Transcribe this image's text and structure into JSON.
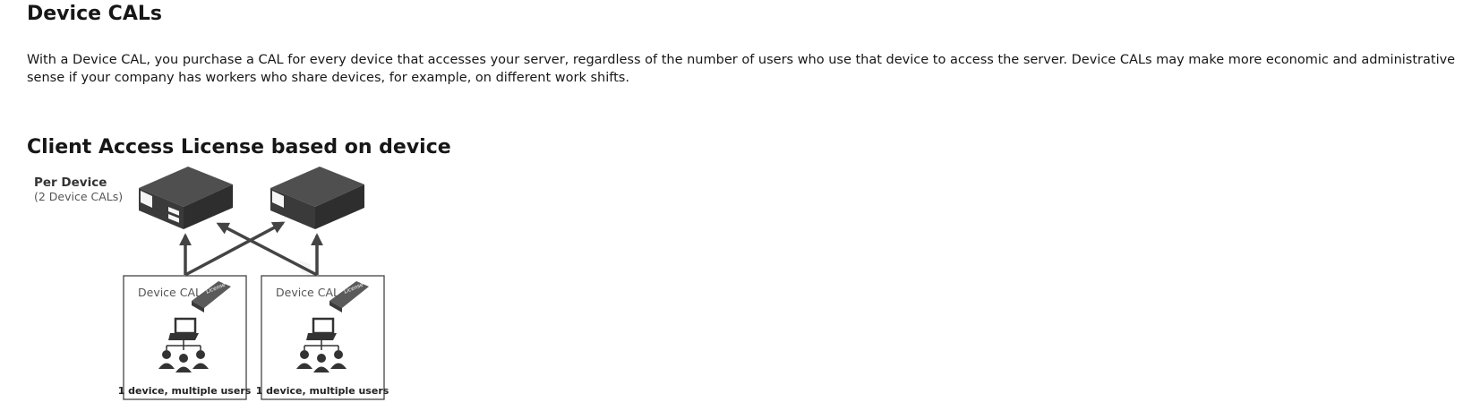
{
  "page": {
    "title": "Device CALs",
    "intro": "With a Device CAL, you purchase a CAL for every device that accesses your server, regardless of the number of users who use that device to access the server. Device CALs may make more economic and administrative sense if your company has workers who share devices, for example, on different work shifts.",
    "section_title": "Client Access License based on device"
  },
  "diagram": {
    "mode_title": "Per Device",
    "mode_subtitle": "(2 Device CALs)",
    "boxes": [
      {
        "cal_label": "Device CAL",
        "book_label": "License",
        "caption": "1 device, multiple users"
      },
      {
        "cal_label": "Device CAL",
        "book_label": "License",
        "caption": "1 device, multiple users"
      }
    ],
    "icons": [
      "server-icon",
      "server-icon",
      "laptop-icon",
      "users-icon",
      "license-book-icon"
    ]
  }
}
